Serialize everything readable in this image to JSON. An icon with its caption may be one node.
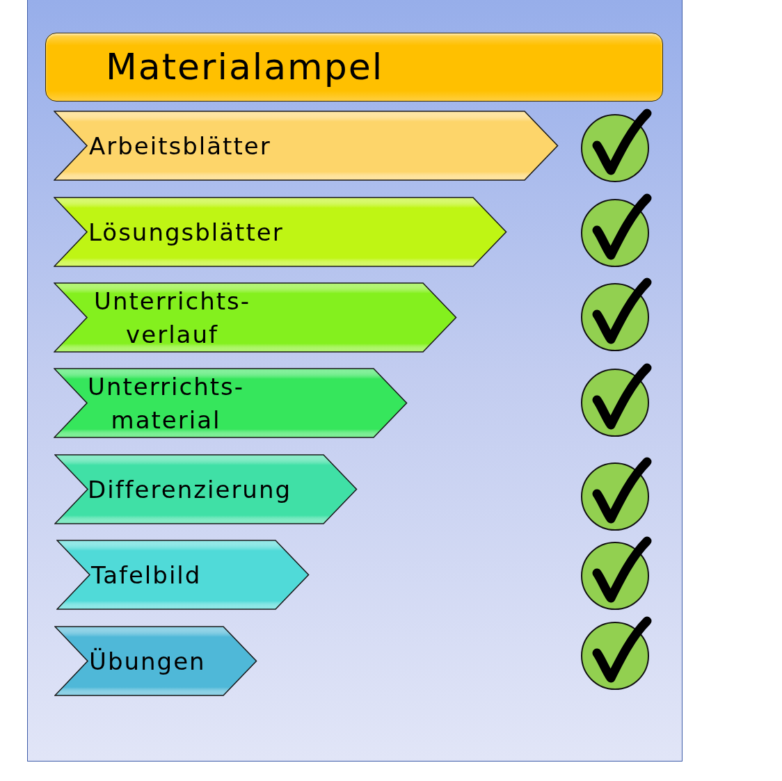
{
  "diagram": {
    "title": "Materialampel",
    "nodes": [
      {
        "text": [
          "Arbeitsblätter"
        ]
      },
      {
        "text": [
          "Lösungsblätter"
        ]
      },
      {
        "text": [
          "Unterrichts- verlauf"
        ]
      },
      {
        "text": [
          "Unterrichts- material"
        ]
      },
      {
        "text": [
          "Differenzierung"
        ]
      },
      {
        "text": [
          "Tafelbild"
        ]
      },
      {
        "text": [
          "Übungen"
        ]
      }
    ],
    "edges": []
  }
}
